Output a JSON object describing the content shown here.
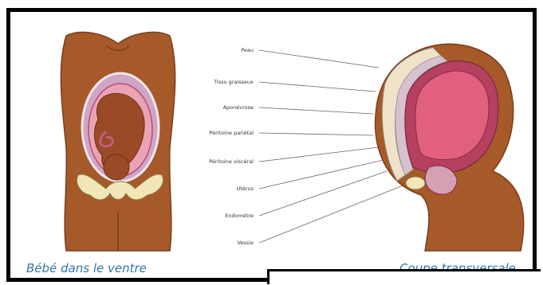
{
  "captions": {
    "left": "Bébé dans le ventre",
    "right": "Coupe transversale"
  },
  "layers": [
    "Peau",
    "Tissu graisseux",
    "Aponévrose",
    "Péritoine pariétal",
    "Péritoine viscéral",
    "Utérus",
    "Endomètre",
    "Vessie"
  ],
  "colors": {
    "skin": "#a65a2a",
    "skin_dark": "#7a3d18",
    "uterus": "#c84b6a",
    "womb_inner": "#e9a3b5",
    "bone": "#f1e6b8",
    "caption": "#2f78a8"
  }
}
